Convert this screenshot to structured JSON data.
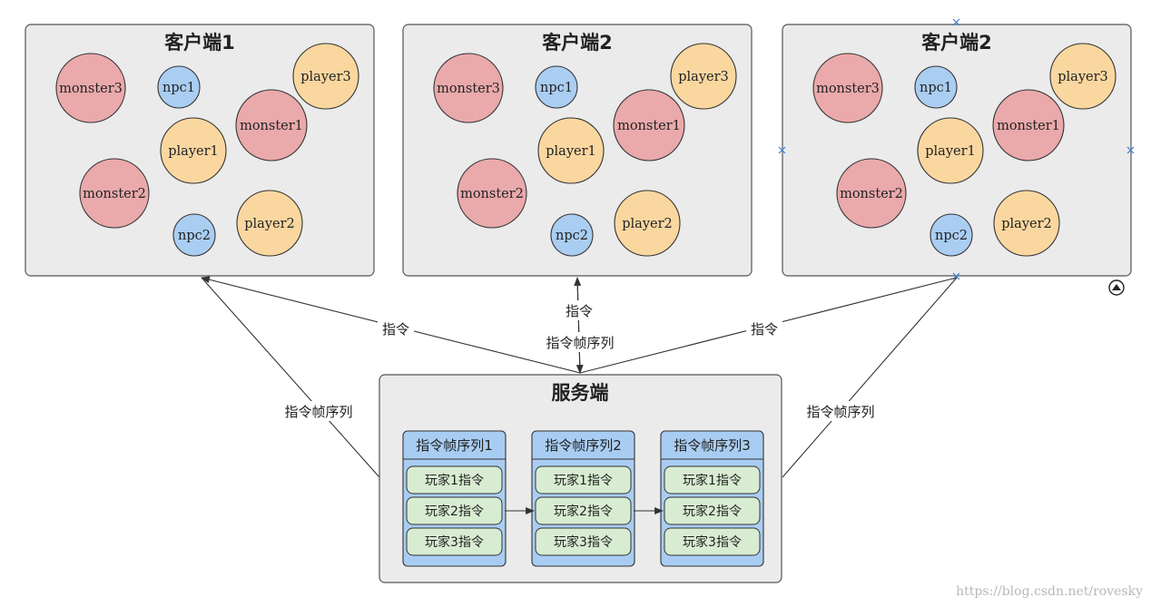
{
  "colors": {
    "monster": "#eaa9ab",
    "npc": "#aacdf2",
    "player": "#fbd7a0",
    "panel": "#ebebeb",
    "queue": "#a9cdf2",
    "command": "#d8ecd1"
  },
  "clients": [
    {
      "title": "客户端1",
      "entities": [
        {
          "label": "monster3",
          "kind": "monster"
        },
        {
          "label": "npc1",
          "kind": "npc"
        },
        {
          "label": "player3",
          "kind": "player"
        },
        {
          "label": "monster1",
          "kind": "monster"
        },
        {
          "label": "player1",
          "kind": "player"
        },
        {
          "label": "monster2",
          "kind": "monster"
        },
        {
          "label": "player2",
          "kind": "player"
        },
        {
          "label": "npc2",
          "kind": "npc"
        }
      ]
    },
    {
      "title": "客户端2",
      "entities": [
        {
          "label": "monster3",
          "kind": "monster"
        },
        {
          "label": "npc1",
          "kind": "npc"
        },
        {
          "label": "player3",
          "kind": "player"
        },
        {
          "label": "monster1",
          "kind": "monster"
        },
        {
          "label": "player1",
          "kind": "player"
        },
        {
          "label": "monster2",
          "kind": "monster"
        },
        {
          "label": "player2",
          "kind": "player"
        },
        {
          "label": "npc2",
          "kind": "npc"
        }
      ]
    },
    {
      "title": "客户端2",
      "entities": [
        {
          "label": "monster3",
          "kind": "monster"
        },
        {
          "label": "npc1",
          "kind": "npc"
        },
        {
          "label": "player3",
          "kind": "player"
        },
        {
          "label": "monster1",
          "kind": "monster"
        },
        {
          "label": "player1",
          "kind": "player"
        },
        {
          "label": "monster2",
          "kind": "monster"
        },
        {
          "label": "player2",
          "kind": "player"
        },
        {
          "label": "npc2",
          "kind": "npc"
        }
      ]
    }
  ],
  "server": {
    "title": "服务端",
    "queues": [
      {
        "title": "指令帧序列1",
        "commands": [
          "玩家1指令",
          "玩家2指令",
          "玩家3指令"
        ]
      },
      {
        "title": "指令帧序列2",
        "commands": [
          "玩家1指令",
          "玩家2指令",
          "玩家3指令"
        ]
      },
      {
        "title": "指令帧序列3",
        "commands": [
          "玩家1指令",
          "玩家2指令",
          "玩家3指令"
        ]
      }
    ]
  },
  "edges": {
    "left_up": "指令",
    "left_down": "指令帧序列",
    "mid_up": "指令",
    "mid_down": "指令帧序列",
    "right_up": "指令",
    "right_down": "指令帧序列"
  },
  "watermark": "https://blog.csdn.net/rovesky"
}
